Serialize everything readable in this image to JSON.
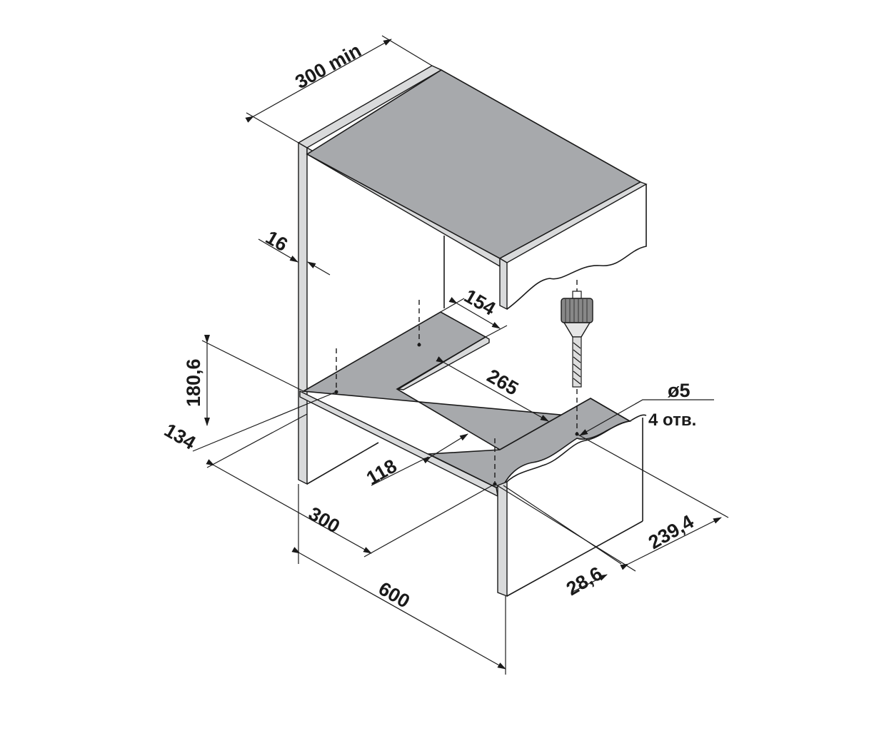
{
  "dimensions": {
    "top_depth": "300 min",
    "panel_thickness": "16",
    "back_arm_width": "154",
    "cutout_width": "265",
    "height": "180,6",
    "front_offset": "134",
    "front_arm_width": "118",
    "shelf_depth": "300",
    "total_width": "600",
    "right_offset": "28,6",
    "right_depth": "239,4",
    "hole_diameter": "ø5",
    "hole_count": "4 отв."
  },
  "colors": {
    "panel": "#a7a9ac",
    "edge": "#d9dadb",
    "line": "#1a1a1a"
  }
}
